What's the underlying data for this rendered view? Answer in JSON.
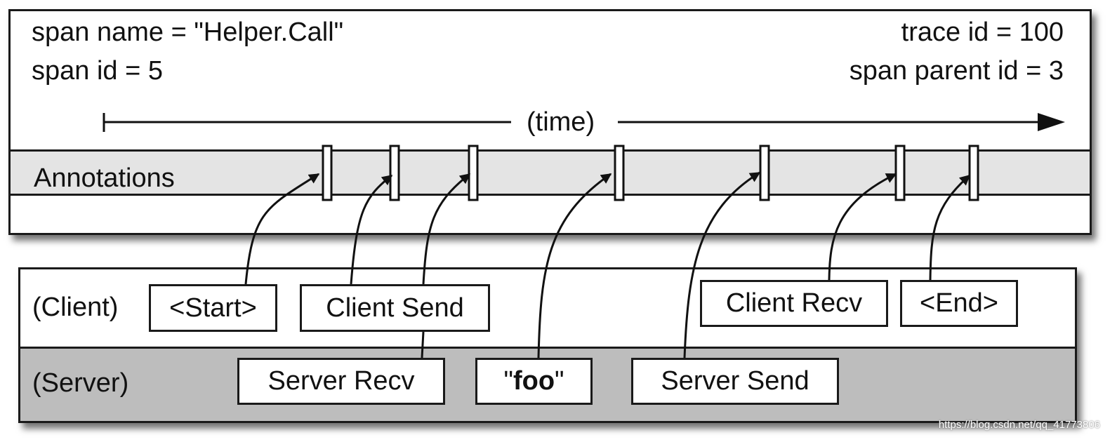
{
  "span": {
    "name_line": "span name = \"Helper.Call\"",
    "id_line": "span id = 5",
    "trace_line": "trace id = 100",
    "parent_line": "span parent id = 3",
    "time_label": "(time)",
    "annotations_label": "Annotations"
  },
  "lanes": {
    "client_label": "(Client)",
    "server_label": "(Server)"
  },
  "events": {
    "start": "<Start>",
    "client_send": "Client Send",
    "client_recv": "Client Recv",
    "end": "<End>",
    "server_recv": "Server Recv",
    "foo_quote_open": "\"",
    "foo": "foo",
    "foo_quote_close": "\"",
    "server_send": "Server Send"
  },
  "watermark": "https://blog.csdn.net/qq_41773806"
}
